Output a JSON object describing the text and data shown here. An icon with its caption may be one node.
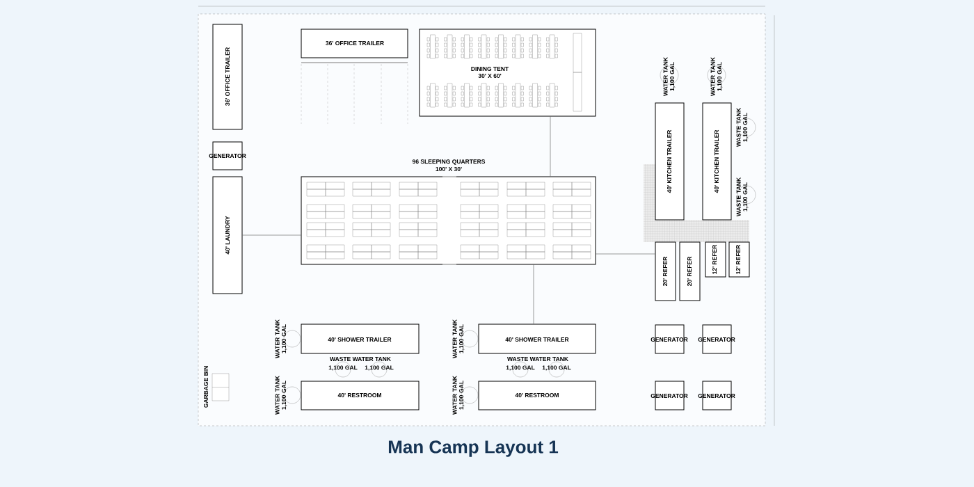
{
  "diagram": {
    "title": "Man Camp Layout 1",
    "nodes": [
      {
        "text": [
          "36' OFFICE TRAILER"
        ]
      },
      {
        "text": [
          "36' OFFICE TRAILER"
        ]
      },
      {
        "text": [
          "DINING TENT",
          "30' X 60'"
        ]
      },
      {
        "text": [
          "GENERATOR"
        ]
      },
      {
        "text": [
          "96 SLEEPING QUARTERS",
          "100' X 30'"
        ]
      },
      {
        "text": [
          "40' LAUNDRY"
        ]
      },
      {
        "text": [
          "WATER TANK 1,100 GAL"
        ]
      },
      {
        "text": [
          "WATER TANK 1,100 GAL"
        ]
      },
      {
        "text": [
          "40' KITCHEN TRAILER"
        ]
      },
      {
        "text": [
          "40' KITCHEN TRAILER"
        ]
      },
      {
        "text": [
          "WASTE TANK 1,100 GAL"
        ]
      },
      {
        "text": [
          "WASTE TANK 1,100 GAL"
        ]
      },
      {
        "text": [
          "20' REFER"
        ]
      },
      {
        "text": [
          "20' REFER"
        ]
      },
      {
        "text": [
          "12' REFER"
        ]
      },
      {
        "text": [
          "12' REFER"
        ]
      },
      {
        "text": [
          "WATER TANK 1,100 GAL"
        ]
      },
      {
        "text": [
          "40' SHOWER TRAILER"
        ]
      },
      {
        "text": [
          "WATER TANK 1,100 GAL"
        ]
      },
      {
        "text": [
          "40' SHOWER TRAILER"
        ]
      },
      {
        "text": [
          "1,100 GAL"
        ]
      },
      {
        "text": [
          "1,100 GAL"
        ]
      },
      {
        "text": [
          "1,100 GAL"
        ]
      },
      {
        "text": [
          "1,100 GAL"
        ]
      },
      {
        "text": [
          "WATER TANK 1,100 GAL"
        ]
      },
      {
        "text": [
          "40' RESTROOM"
        ]
      },
      {
        "text": [
          "WATER TANK 1,100 GAL"
        ]
      },
      {
        "text": [
          "40' RESTROOM"
        ]
      },
      {
        "text": [
          "GARBAGE BIN"
        ]
      },
      {
        "text": [
          "GENERATOR"
        ]
      },
      {
        "text": [
          "GENERATOR"
        ]
      },
      {
        "text": [
          "GENERATOR"
        ]
      },
      {
        "text": [
          "GENERATOR"
        ]
      }
    ],
    "edges": [
      {
        "from": 5,
        "to": 4,
        "arrow": "none"
      },
      {
        "from": 2,
        "to": 4,
        "arrow": "none"
      },
      {
        "from": 4,
        "to": 12,
        "arrow": "none"
      },
      {
        "from": 4,
        "to": 19,
        "arrow": "none"
      }
    ],
    "labels": [
      "WASTE WATER TANK",
      "WASTE WATER TANK"
    ]
  }
}
